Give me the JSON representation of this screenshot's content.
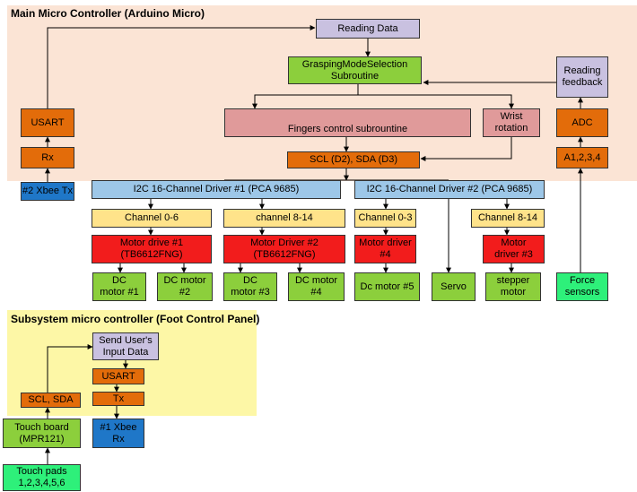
{
  "regions": {
    "main_title": "Main Micro Controller (Arduino Micro)",
    "sub_title": "Subsystem micro controller (Foot Control Panel)"
  },
  "blocks": {
    "reading_data": "Reading Data",
    "grasping": "GraspingModeSelection\nSubroutine",
    "fingers": "Fingers control subrountine",
    "wrist": "Wrist\nrotation",
    "scl_sda_main": "SCL (D2), SDA (D3)",
    "reading_feedback": "Reading\nfeedback",
    "adc": "ADC",
    "a1234": "A1,2,3,4",
    "usart_main": "USART",
    "rx": "Rx",
    "xbee2_tx": "#2 Xbee Tx",
    "i2c_driver1": "I2C 16-Channel Driver #1 (PCA 9685)",
    "i2c_driver2": "I2C 16-Channel Driver #2 (PCA 9685)",
    "ch_0_6": "Channel 0-6",
    "ch_8_14_a": "channel 8-14",
    "ch_0_3": "Channel 0-3",
    "ch_8_14_b": "Channel 8-14",
    "motor_drive1": "Motor drive #1\n(TB6612FNG)",
    "motor_driver2": "Motor Driver #2\n(TB6612FNG)",
    "motor_driver4": "Motor driver\n#4",
    "motor_driver3": "Motor\ndriver #3",
    "dc_motor1": "DC\nmotor #1",
    "dc_motor2": "DC motor\n#2",
    "dc_motor3": "DC\nmotor #3",
    "dc_motor4": "DC motor\n#4",
    "dc_motor5": "Dc motor #5",
    "servo": "Servo",
    "stepper": "stepper\nmotor",
    "force_sensors": "Force\nsensors",
    "send_input": "Send User's\nInput Data",
    "usart_sub": "USART",
    "tx": "Tx",
    "xbee1_rx": "#1 Xbee\nRx",
    "scl_sda_sub": "SCL, SDA",
    "touch_board": "Touch board\n(MPR121)",
    "touch_pads": "Touch pads\n1,2,3,4,5,6"
  }
}
